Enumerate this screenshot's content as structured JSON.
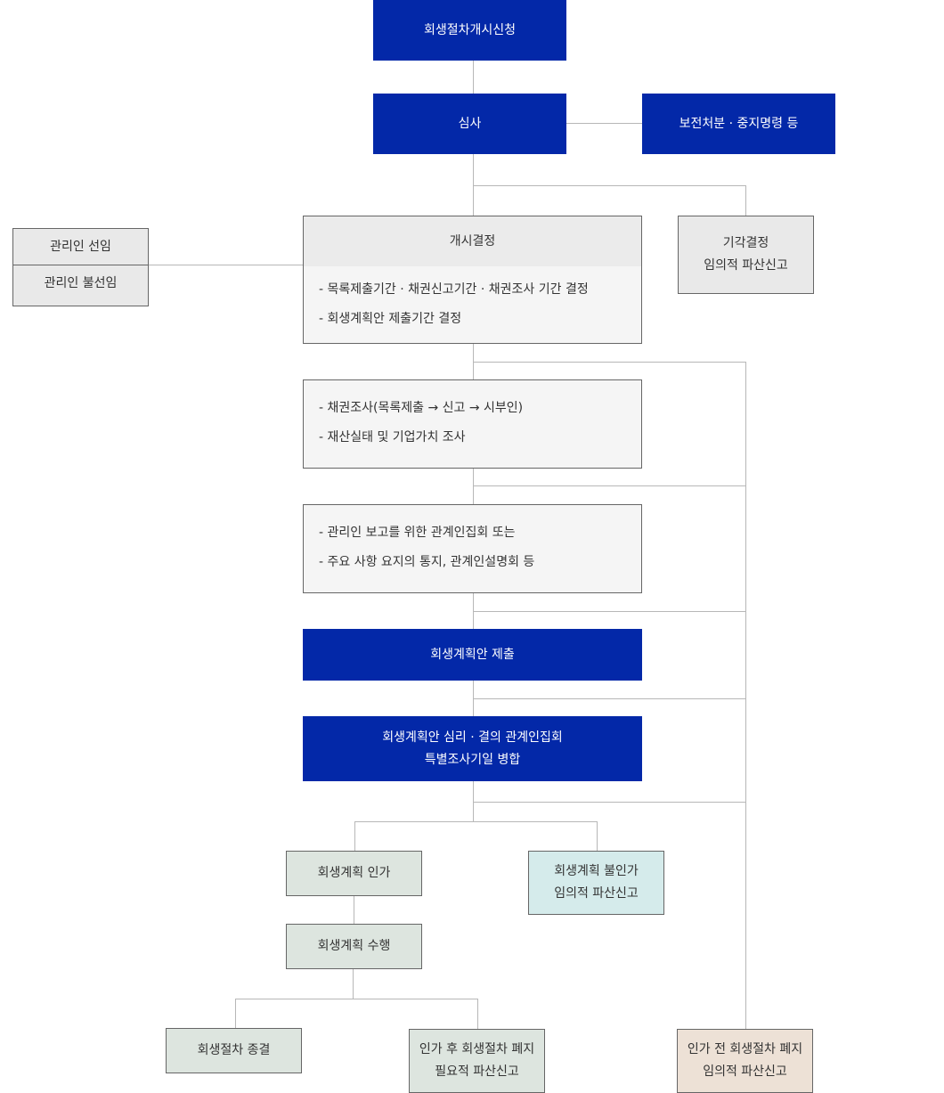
{
  "nodes": {
    "petition": "회생절차개시신청",
    "review": "심사",
    "preservation": "보전처분 · 중지명령 등",
    "dismissal": [
      "기각결정",
      "임의적 파산신고"
    ],
    "trustee": [
      "관리인 선임",
      "관리인 불선임"
    ],
    "commencement": {
      "title": "개시결정",
      "items": [
        "- 목록제출기간 · 채권신고기간 · 채권조사 기간 결정",
        "- 회생계획안 제출기간 결정"
      ]
    },
    "claims": [
      "- 채권조사(목록제출 → 신고  → 시부인)",
      "- 재산실태 및 기업가치 조사"
    ],
    "meeting": [
      "- 관리인 보고를 위한 관계인집회 또는",
      "- 주요 사항 요지의 통지, 관계인설명회 등"
    ],
    "plan_submit": "회생계획안 제출",
    "plan_review": [
      "회생계획안 심리 · 결의 관계인집회",
      "특별조사기일 병합"
    ],
    "approval": "회생계획 인가",
    "disapproval": [
      "회생계획 불인가",
      "임의적 파산신고"
    ],
    "execution": "회생계획 수행",
    "termination": "회생절차 종결",
    "post_abolition": [
      "인가 후 회생절차 폐지",
      "필요적 파산신고"
    ],
    "pre_abolition": [
      "인가 전 회생절차 폐지",
      "임의적 파산신고"
    ]
  }
}
